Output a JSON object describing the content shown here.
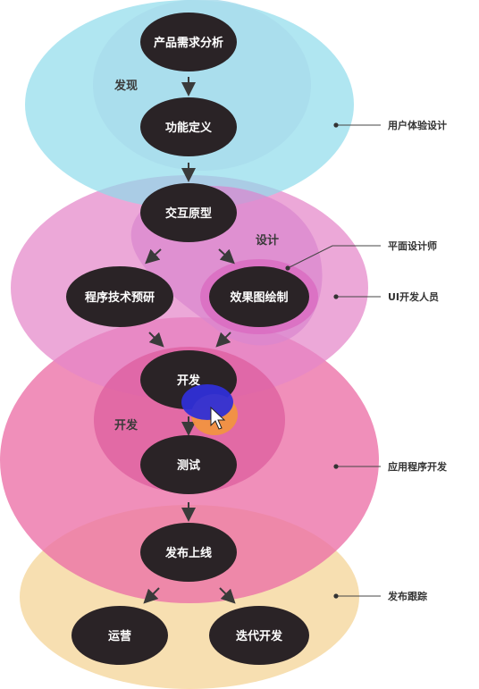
{
  "nodes": {
    "requirement": "产品需求分析",
    "function_def": "功能定义",
    "prototype": "交互原型",
    "tech_research": "程序技术预研",
    "visual_design": "效果图绘制",
    "develop": "开发",
    "test": "测试",
    "release": "发布上线",
    "operate": "运营",
    "iterate": "迭代开发"
  },
  "phases": {
    "discover": "发现",
    "design": "设计",
    "develop": "开发"
  },
  "roles": {
    "ux": "用户体验设计",
    "graphic": "平面设计师",
    "ui": "UI开发人员",
    "app_dev": "应用程序开发",
    "release_track": "发布跟踪"
  },
  "colors": {
    "ux_zone": "#8fdceb",
    "ux_inner": "#a9dcec",
    "design_zone": "#e486c9",
    "design_inner": "#d987cf",
    "graphic_zone": "#d96ac0",
    "dev_zone": "#ec6fa6",
    "dev_inner": "#dc5b9c",
    "release_zone": "#f6d9a3",
    "node": "#2a2326",
    "cursor_blue": "#2f2fd6",
    "cursor_orange": "#f2953e"
  }
}
